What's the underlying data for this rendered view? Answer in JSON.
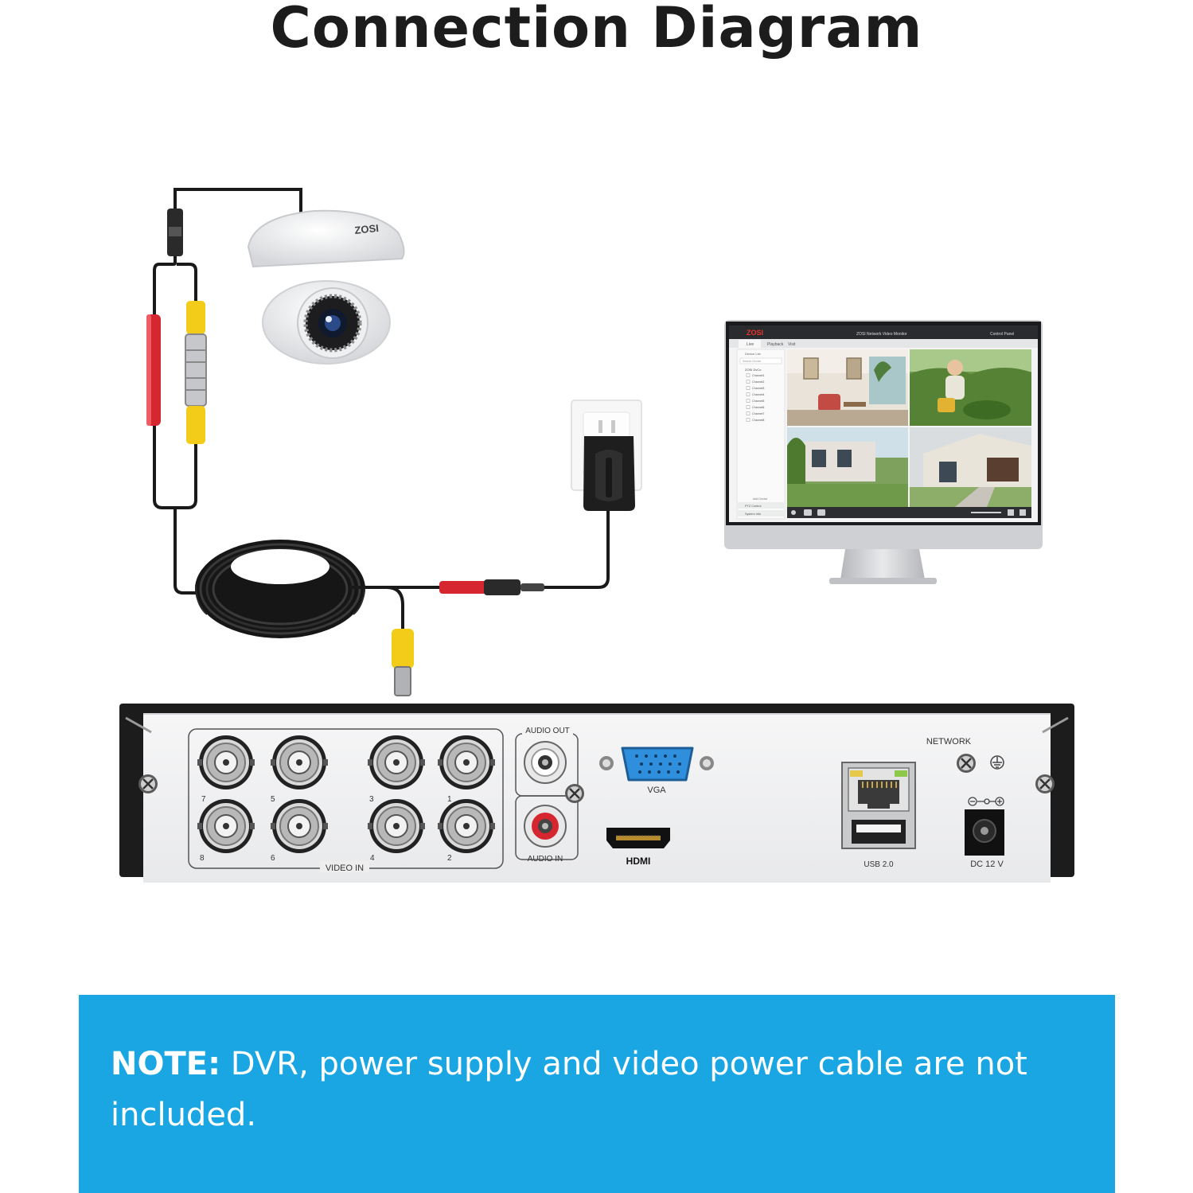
{
  "title": "Connection Diagram",
  "camera": {
    "brand": "ZOSI"
  },
  "monitor": {
    "brand": "ZOSI",
    "app_title": "ZOSI Network Video Monitor",
    "panel": "Control Panel",
    "tabs": [
      "Live",
      "Playback",
      "Visit"
    ],
    "sidebar_header": "Device List",
    "search_placeholder": "Search Device",
    "group": "ZOSI DvCo",
    "channels": [
      "Channel1",
      "Channel2",
      "Channel3",
      "Channel4",
      "Channel5",
      "Channel6",
      "Channel7",
      "Channel8"
    ],
    "add_device": "Add Device",
    "ptz": "PTZ Control",
    "system_info": "System Info"
  },
  "dvr": {
    "video_in_label": "VIDEO IN",
    "ports_top": [
      "7",
      "5",
      "3",
      "1"
    ],
    "ports_bottom": [
      "8",
      "6",
      "4",
      "2"
    ],
    "audio_out_label": "AUDIO OUT",
    "audio_in_label": "AUDIO IN",
    "vga_label": "VGA",
    "hdmi_label": "HDMI",
    "network_label": "NETWORK",
    "usb_label": "USB 2.0",
    "dc_label": "DC 12 V"
  },
  "note": {
    "prefix": "NOTE:",
    "text": " DVR, power supply and video power cable are not included."
  },
  "colors": {
    "band": "#1aa6e3",
    "rca_red": "#d6262f",
    "rca_yellow": "#f2cc18",
    "vga_blue": "#2f8fdd"
  }
}
